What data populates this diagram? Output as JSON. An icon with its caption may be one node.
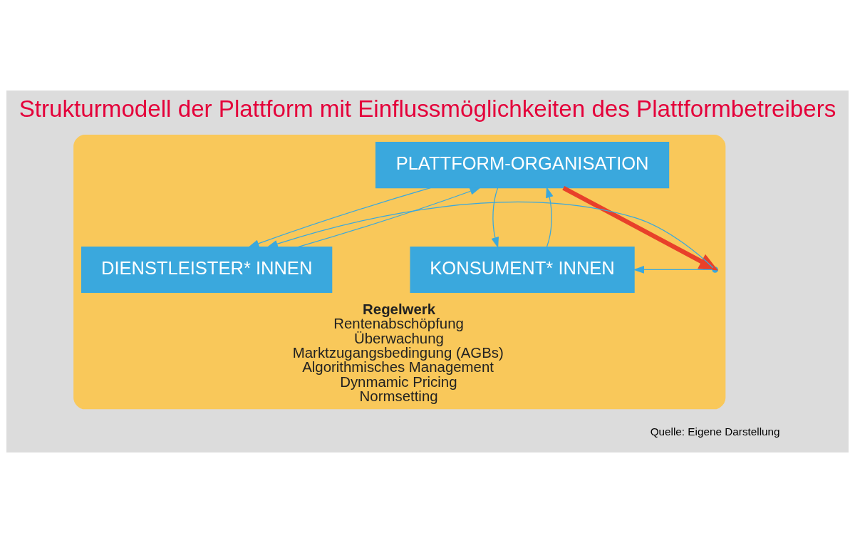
{
  "diagram": {
    "title": "Strukturmodell der Plattform mit Einflussmöglichkeiten des Plattformbetreibers",
    "caption": "Quelle: Eigene Darstellung",
    "nodes": [
      {
        "text": [
          "Regelwerk",
          "Rentenabschöpfung",
          "Überwachung",
          "Marktzugangsbedingung (AGBs)",
          "Algorithmisches Management",
          "Dynmamic Pricing",
          "Normsetting"
        ]
      },
      {
        "text": [
          "PLATTFORM-ORGANISATION"
        ],
        "in": 0
      },
      {
        "text": [
          "DIENSTLEISTER* INNEN"
        ],
        "in": 0
      },
      {
        "text": [
          "KONSUMENT* INNEN"
        ],
        "in": 0
      },
      {
        "text": [],
        "shape": "point",
        "in": 0
      }
    ],
    "edges": [
      {
        "from": 1,
        "to": 2,
        "arrow": "to"
      },
      {
        "from": 2,
        "to": 1,
        "arrow": "to"
      },
      {
        "from": 1,
        "to": 3,
        "arrow": "to"
      },
      {
        "from": 3,
        "to": 1,
        "arrow": "to"
      },
      {
        "from": 1,
        "to": 4,
        "arrow": "to",
        "style": "thick",
        "color": "#e8402a"
      },
      {
        "from": 4,
        "to": 2,
        "arrow": "to"
      },
      {
        "from": 4,
        "to": 3,
        "arrow": "to"
      }
    ]
  }
}
